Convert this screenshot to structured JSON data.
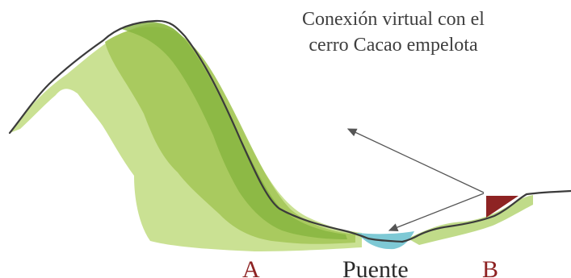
{
  "title": {
    "line1": "Conexión virtual con el",
    "line2": "cerro Cacao empelota"
  },
  "labels": {
    "point_a": "A",
    "bridge": "Puente",
    "point_b": "B"
  },
  "colors": {
    "terrain_dark": "#86b43f",
    "terrain_mid": "#a6c85c",
    "terrain_light": "#c7df8d",
    "water": "#7ec9d5",
    "marker": "#8e2323",
    "profile_line": "#3b3b3b",
    "arrow": "#555555"
  }
}
